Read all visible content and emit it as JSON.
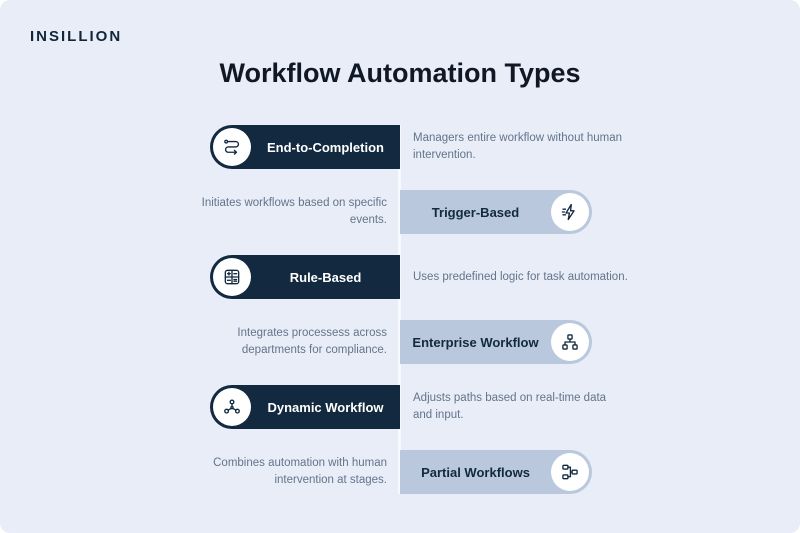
{
  "brand": {
    "logo": "INSILLION"
  },
  "title": "Workflow Automation Types",
  "colors": {
    "background": "#e8edf8",
    "dark_pill": "#12293f",
    "light_pill": "#b9c8dc",
    "description_text": "#64748b",
    "divider": "#f6f9fd"
  },
  "rows": [
    {
      "side": "left",
      "icon": "route-icon",
      "label": "End-to-Completion",
      "description": "Managers entire workflow without human intervention."
    },
    {
      "side": "right",
      "icon": "lightning-icon",
      "label": "Trigger-Based",
      "description": "Initiates workflows based on specific events."
    },
    {
      "side": "left",
      "icon": "calculator-icon",
      "label": "Rule-Based",
      "description": "Uses predefined logic for task automation."
    },
    {
      "side": "right",
      "icon": "hierarchy-icon",
      "label": "Enterprise Workflow",
      "description": "Integrates processess across departments for compliance."
    },
    {
      "side": "left",
      "icon": "network-icon",
      "label": "Dynamic Workflow",
      "description": "Adjusts paths based on real-time data and input."
    },
    {
      "side": "right",
      "icon": "flow-icon",
      "label": "Partial Workflows",
      "description": "Combines automation with human intervention at stages."
    }
  ]
}
